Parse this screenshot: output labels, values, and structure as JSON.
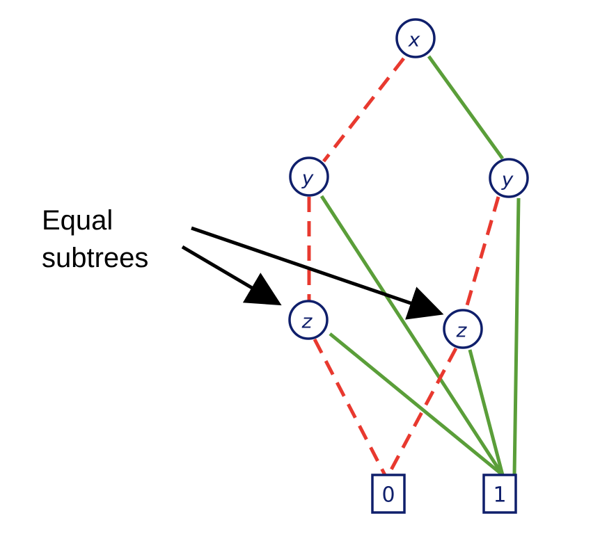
{
  "nodes": [
    {
      "id": "x",
      "label": "x"
    },
    {
      "id": "y_left",
      "label": "y"
    },
    {
      "id": "y_right",
      "label": "y"
    },
    {
      "id": "z_left",
      "label": "z"
    },
    {
      "id": "z_right",
      "label": "z"
    }
  ],
  "terminals": [
    {
      "id": "t0",
      "label": "0"
    },
    {
      "id": "t1",
      "label": "1"
    }
  ],
  "edges": [
    {
      "from": "x",
      "to": "y_left",
      "kind": "low"
    },
    {
      "from": "x",
      "to": "y_right",
      "kind": "high"
    },
    {
      "from": "y_left",
      "to": "z_left",
      "kind": "low"
    },
    {
      "from": "y_left",
      "to": "t1",
      "kind": "high"
    },
    {
      "from": "y_right",
      "to": "z_right",
      "kind": "low"
    },
    {
      "from": "y_right",
      "to": "t1",
      "kind": "high"
    },
    {
      "from": "z_left",
      "to": "t0",
      "kind": "low"
    },
    {
      "from": "z_left",
      "to": "t1",
      "kind": "high"
    },
    {
      "from": "z_right",
      "to": "t0",
      "kind": "low"
    },
    {
      "from": "z_right",
      "to": "t1",
      "kind": "high"
    }
  ],
  "annotation": {
    "line1": "Equal",
    "line2": "subtrees",
    "targets": [
      "z_left",
      "z_right"
    ]
  },
  "colors": {
    "node_stroke": "#0f1f6b",
    "low_edge": "#e8392f",
    "high_edge": "#5a9e39",
    "arrow": "#000000"
  }
}
